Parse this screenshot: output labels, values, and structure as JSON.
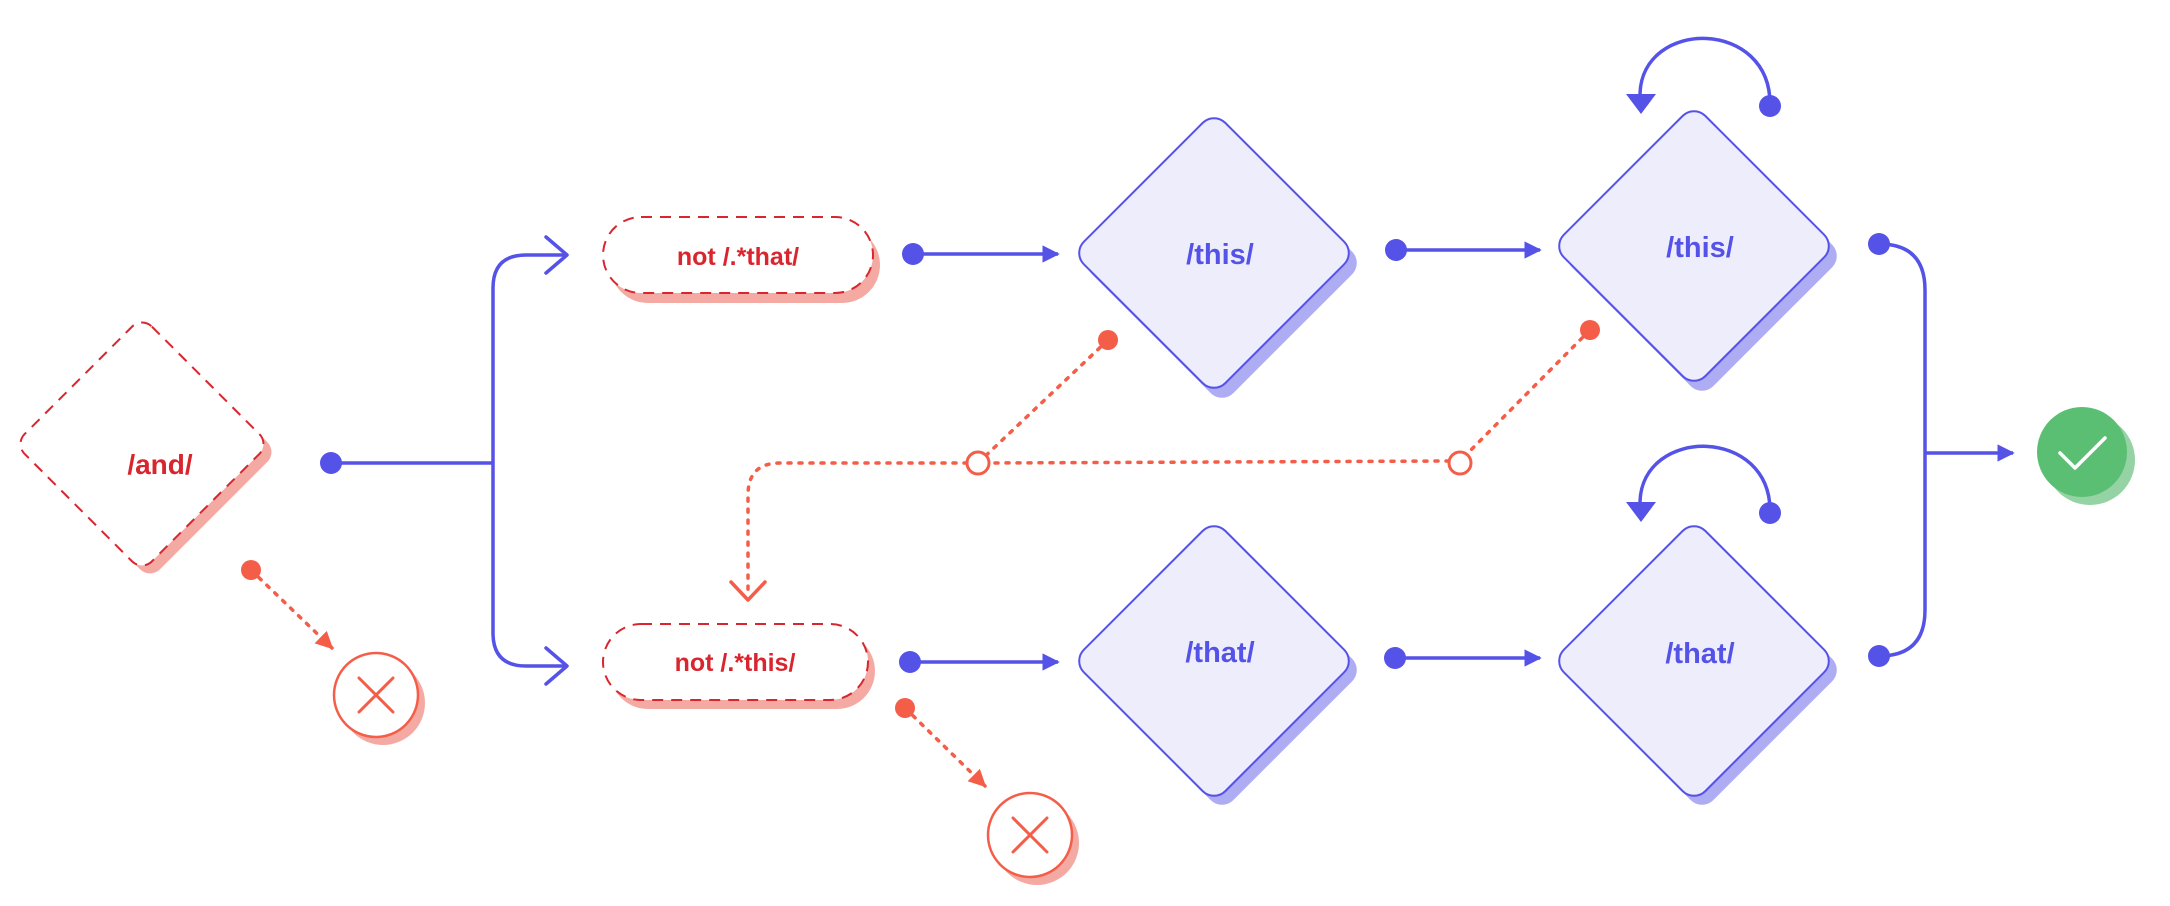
{
  "colors": {
    "primary": "#5552e8",
    "node_fill": "#ededfb",
    "node_shadow": "#aeadf3",
    "negative": "#d9262e",
    "negative_dots": "#f45d48",
    "negative_shadow": "#f4aaa3",
    "success": "#5bbf73",
    "success_shadow": "#95d3a4"
  },
  "nodes": {
    "and": {
      "label": "/and/"
    },
    "not_that": {
      "label": "not /.*that/"
    },
    "not_this": {
      "label": "not /.*this/"
    },
    "this_1": {
      "label": "/this/"
    },
    "this_2": {
      "label": "/this/"
    },
    "that_1": {
      "label": "/that/"
    },
    "that_2": {
      "label": "/that/"
    }
  },
  "icons": {
    "fail": "x-circle-icon",
    "success": "checkmark-circle-icon",
    "loop": "loop-arrow-icon"
  }
}
